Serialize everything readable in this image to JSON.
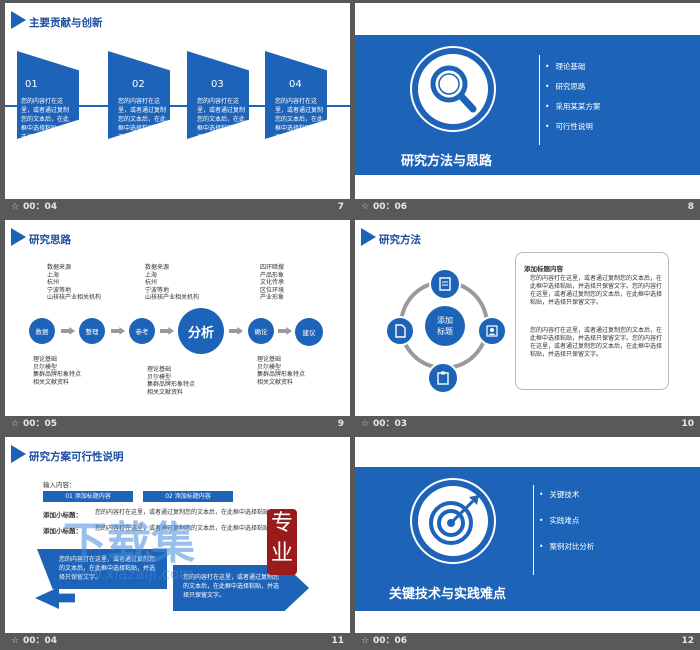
{
  "slides": [
    {
      "title": "主要贡献与创新",
      "time": "00：04",
      "num": "7",
      "steps": [
        {
          "n": "01",
          "text": "您的内容打在这里，或者通过复制您的文本后，在此框中选择粘贴，并选择只保留文字。"
        },
        {
          "n": "02",
          "text": "您的内容打在这里，或者通过复制您的文本后，在此框中选择粘贴，并选择只保留文字。"
        },
        {
          "n": "03",
          "text": "您的内容打在这里，或者通过复制您的文本后，在此框中选择粘贴，并选择只保留文字。"
        },
        {
          "n": "04",
          "text": "您的内容打在这里，或者通过复制您的文本后，在此框中选择粘贴，并选择只保留文字。"
        }
      ]
    },
    {
      "title": "研究方法与思路",
      "time": "00：06",
      "num": "8",
      "items": [
        "理论基础",
        "研究思路",
        "采用某某方案",
        "可行性说明"
      ]
    },
    {
      "title": "研究思路",
      "time": "00：05",
      "num": "9",
      "nodes": [
        "数据",
        "整理",
        "参考",
        "分析",
        "确论",
        "建议"
      ],
      "top1": [
        "数据来源",
        "上海",
        "杭州",
        "宁波等地",
        "山核核产业相关机构"
      ],
      "top2": [
        "数据来源",
        "上海",
        "杭州",
        "宁波等地",
        "山核核产业相关机构"
      ],
      "top3": [
        "四环暗搜",
        "产品形象",
        "文化传承",
        "区位环境",
        "产业形象"
      ],
      "bot1": [
        "理论基础",
        "贝尔模型",
        "集群品牌形象特点",
        "相关文献资料"
      ],
      "bot2": [
        "理论基础",
        "贝尔模型",
        "集群品牌形象特点",
        "相关文献资料"
      ],
      "bot3": [
        "理论基础",
        "贝尔模型",
        "集群品牌形象特点",
        "相关文献资料"
      ]
    },
    {
      "title": "研究方法",
      "time": "00：03",
      "num": "10",
      "center": [
        "添加",
        "标题"
      ],
      "box_title": "添加标题内容",
      "box_text1": "您的内容打在这里，或者通过复制您的文本后，在此框中选择粘贴，并选择只保留文字。您的内容打在这里，或者通过复制您的文本后，在此框中选择粘贴，并选择只保留文字。",
      "box_text2": "您的内容打在这里，或者通过复制您的文本后，在此框中选择粘贴，并选择只保留文字。您的内容打在这里，或者通过复制您的文本后，在此框中选择粘贴，并选择只保留文字。"
    },
    {
      "title": "研究方案可行性说明",
      "time": "00：04",
      "num": "11",
      "input_label": "输入内容：",
      "tab1": "01 添加标题内容",
      "tab2": "02 添加标题内容",
      "row1": "添加小标题：",
      "row2": "添加小标题：",
      "row_text": "您的内容打在这里，或者通过复制您的文本后，在此框中选择粘贴。",
      "body1": "您的内容打在这里，或者通过复制您的文本后，在此框中选择粘贴，并选择只保留文字。",
      "body2": "您的内容打在这里，或者通过复制您的文本后，在此框中选择粘贴，并选择只保留文字。",
      "watermark": "下载集",
      "watermark_url": "www.xiazaiji.com",
      "seal": "专业"
    },
    {
      "title": "关键技术与实践难点",
      "time": "00：06",
      "num": "12",
      "items": [
        "关键技术",
        "实践难点",
        "案例对比分析"
      ]
    }
  ]
}
